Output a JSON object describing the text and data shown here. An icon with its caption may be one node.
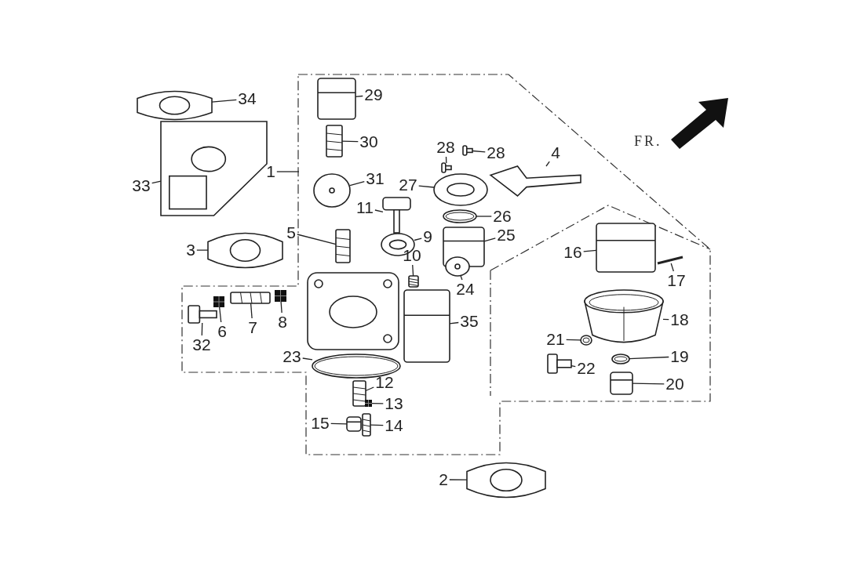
{
  "diagram": {
    "nodes": [
      {
        "text": [
          "34"
        ]
      },
      {
        "text": [],
        "shape": "picture"
      },
      {
        "text": [
          "29"
        ]
      },
      {
        "text": [],
        "shape": "picture"
      },
      {
        "text": [
          "30"
        ]
      },
      {
        "text": [],
        "shape": "picture"
      },
      {
        "text": [
          "28"
        ]
      },
      {
        "text": [],
        "shape": "picture"
      },
      {
        "text": [
          "28"
        ]
      },
      {
        "text": [],
        "shape": "picture"
      },
      {
        "text": [
          "4"
        ]
      },
      {
        "text": [],
        "shape": "picture"
      },
      {
        "text": [
          "1"
        ]
      },
      {
        "text": [
          "31"
        ]
      },
      {
        "text": [],
        "shape": "picture"
      },
      {
        "text": [
          "33"
        ]
      },
      {
        "text": [],
        "shape": "picture"
      },
      {
        "text": [
          "27"
        ]
      },
      {
        "text": [],
        "shape": "picture"
      },
      {
        "text": [
          "11"
        ]
      },
      {
        "text": [],
        "shape": "picture"
      },
      {
        "text": [
          "26"
        ]
      },
      {
        "text": [],
        "shape": "picture"
      },
      {
        "text": [
          "3"
        ]
      },
      {
        "text": [],
        "shape": "picture"
      },
      {
        "text": [
          "5"
        ]
      },
      {
        "text": [],
        "shape": "picture"
      },
      {
        "text": [
          "9"
        ]
      },
      {
        "text": [],
        "shape": "picture"
      },
      {
        "text": [
          "25"
        ]
      },
      {
        "text": [],
        "shape": "picture"
      },
      {
        "text": [
          "16"
        ]
      },
      {
        "text": [],
        "shape": "picture"
      },
      {
        "text": [
          "10"
        ]
      },
      {
        "text": [],
        "shape": "picture"
      },
      {
        "text": [
          "24"
        ]
      },
      {
        "text": [],
        "shape": "picture"
      },
      {
        "text": [
          "17"
        ]
      },
      {
        "text": [],
        "shape": "picture"
      },
      {
        "text": [
          "18"
        ]
      },
      {
        "text": [],
        "shape": "picture"
      },
      {
        "text": [
          "35"
        ]
      },
      {
        "text": [],
        "shape": "picture"
      },
      {
        "text": [
          "21"
        ]
      },
      {
        "text": [],
        "shape": "picture"
      },
      {
        "text": [
          "19"
        ]
      },
      {
        "text": [],
        "shape": "picture"
      },
      {
        "text": [
          "22"
        ]
      },
      {
        "text": [],
        "shape": "picture"
      },
      {
        "text": [
          "20"
        ]
      },
      {
        "text": [],
        "shape": "picture"
      },
      {
        "text": [
          "32"
        ]
      },
      {
        "text": [],
        "shape": "picture"
      },
      {
        "text": [
          "6"
        ]
      },
      {
        "text": [],
        "shape": "picture"
      },
      {
        "text": [
          "7"
        ]
      },
      {
        "text": [],
        "shape": "picture"
      },
      {
        "text": [
          "8"
        ]
      },
      {
        "text": [],
        "shape": "picture"
      },
      {
        "text": [
          "23"
        ]
      },
      {
        "text": [],
        "shape": "picture"
      },
      {
        "text": [
          "12"
        ]
      },
      {
        "text": [],
        "shape": "picture"
      },
      {
        "text": [
          "13"
        ]
      },
      {
        "text": [],
        "shape": "picture"
      },
      {
        "text": [
          "14"
        ]
      },
      {
        "text": [],
        "shape": "picture"
      },
      {
        "text": [
          "15"
        ]
      },
      {
        "text": [],
        "shape": "picture"
      },
      {
        "text": [
          "2"
        ]
      },
      {
        "text": [],
        "shape": "picture"
      }
    ],
    "edges": [
      {
        "from": 0,
        "to": 1,
        "arrow": "none"
      },
      {
        "from": 2,
        "to": 3,
        "arrow": "none"
      },
      {
        "from": 4,
        "to": 5,
        "arrow": "none"
      },
      {
        "from": 6,
        "to": 7,
        "arrow": "none"
      },
      {
        "from": 8,
        "to": 9,
        "arrow": "none"
      },
      {
        "from": 10,
        "to": 11,
        "arrow": "none"
      },
      {
        "from": 12,
        "to": null,
        "arrow": "none"
      },
      {
        "from": 13,
        "to": 14,
        "arrow": "none"
      },
      {
        "from": 15,
        "to": 16,
        "arrow": "none"
      },
      {
        "from": 17,
        "to": 18,
        "arrow": "none"
      },
      {
        "from": 19,
        "to": 20,
        "arrow": "none"
      },
      {
        "from": 21,
        "to": 22,
        "arrow": "none"
      },
      {
        "from": 23,
        "to": 24,
        "arrow": "none"
      },
      {
        "from": 25,
        "to": 26,
        "arrow": "none"
      },
      {
        "from": 27,
        "to": 28,
        "arrow": "none"
      },
      {
        "from": 29,
        "to": 30,
        "arrow": "none"
      },
      {
        "from": 31,
        "to": 32,
        "arrow": "none"
      },
      {
        "from": 33,
        "to": 34,
        "arrow": "none"
      },
      {
        "from": 35,
        "to": 36,
        "arrow": "none"
      },
      {
        "from": 37,
        "to": 38,
        "arrow": "none"
      },
      {
        "from": 39,
        "to": 40,
        "arrow": "none"
      },
      {
        "from": 41,
        "to": 42,
        "arrow": "none"
      },
      {
        "from": 43,
        "to": 44,
        "arrow": "none"
      },
      {
        "from": 45,
        "to": 46,
        "arrow": "none"
      },
      {
        "from": 47,
        "to": 48,
        "arrow": "none"
      },
      {
        "from": 49,
        "to": 50,
        "arrow": "none"
      },
      {
        "from": 51,
        "to": 52,
        "arrow": "none"
      },
      {
        "from": 53,
        "to": 54,
        "arrow": "none"
      },
      {
        "from": 55,
        "to": 56,
        "arrow": "none"
      },
      {
        "from": 57,
        "to": 58,
        "arrow": "none"
      },
      {
        "from": 59,
        "to": 60,
        "arrow": "none"
      },
      {
        "from": 61,
        "to": 62,
        "arrow": "none"
      },
      {
        "from": 63,
        "to": 64,
        "arrow": "none"
      },
      {
        "from": 65,
        "to": 66,
        "arrow": "none"
      },
      {
        "from": 67,
        "to": 68,
        "arrow": "none"
      },
      {
        "from": 69,
        "to": 70,
        "arrow": "none"
      }
    ],
    "labels": [
      "FR."
    ]
  }
}
